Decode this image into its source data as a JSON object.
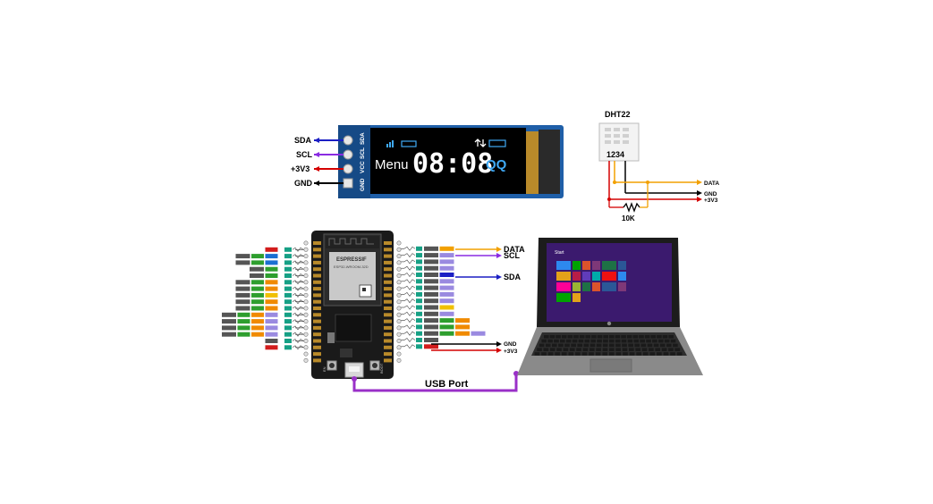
{
  "oled": {
    "pins": [
      "SDA",
      "SCL",
      "VCC",
      "GND"
    ],
    "wire_labels": [
      "SDA",
      "SCL",
      "+3V3",
      "GND"
    ],
    "screen": {
      "menu": "Menu",
      "time": "08:08",
      "right": "QQ"
    }
  },
  "dht22": {
    "title": "DHT22",
    "pins": "1234",
    "resistor": "10K",
    "wire_labels": [
      "DATA",
      "GND",
      "+3V3"
    ]
  },
  "esp32": {
    "brand": "ESPRESSIF",
    "model": "ESP32-WROOM-32D",
    "buttons": [
      "EN",
      "BOOT"
    ],
    "right_labels": [
      "DATA",
      "SCL",
      "SDA",
      "GND",
      "+3V3"
    ]
  },
  "usb": {
    "label": "USB Port"
  },
  "laptop": {
    "start": "Start"
  },
  "colors": {
    "sda": "#1b1fc4",
    "scl": "#8a2be2",
    "vcc": "#d40000",
    "gnd": "#000000",
    "data": "#f2a000",
    "usb": "#9a30c8",
    "oled_text": "#ffffff",
    "oled_accent": "#3fa9f5"
  }
}
